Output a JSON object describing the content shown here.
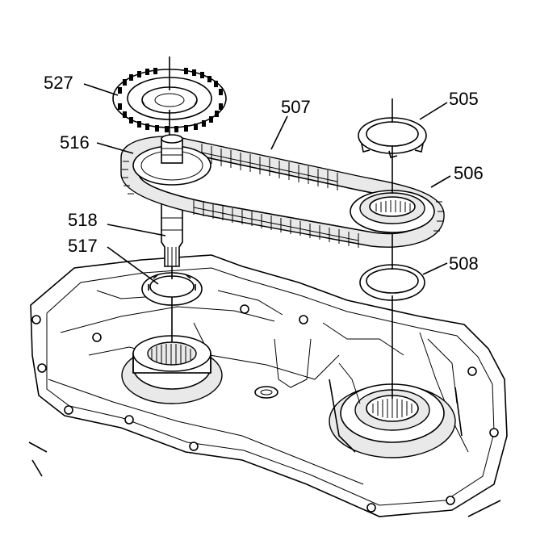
{
  "diagram": {
    "callouts": [
      {
        "id": "527",
        "label": "527"
      },
      {
        "id": "507",
        "label": "507"
      },
      {
        "id": "505",
        "label": "505"
      },
      {
        "id": "516",
        "label": "516"
      },
      {
        "id": "506",
        "label": "506"
      },
      {
        "id": "518",
        "label": "518"
      },
      {
        "id": "517",
        "label": "517"
      },
      {
        "id": "508",
        "label": "508"
      }
    ],
    "parts": [
      {
        "callout": "527",
        "icon": "toothed-reluctor-ring-icon"
      },
      {
        "callout": "507",
        "icon": "drive-chain-icon"
      },
      {
        "callout": "505",
        "icon": "thrust-washer-icon"
      },
      {
        "callout": "516",
        "icon": "drive-sprocket-icon"
      },
      {
        "callout": "506",
        "icon": "driven-sprocket-icon"
      },
      {
        "callout": "518",
        "icon": "shaft-icon"
      },
      {
        "callout": "517",
        "icon": "thrust-washer-icon"
      },
      {
        "callout": "508",
        "icon": "thrust-washer-icon"
      }
    ],
    "colors": {
      "line": "#000000",
      "background": "#ffffff",
      "shade": "#e9e9e9"
    }
  }
}
